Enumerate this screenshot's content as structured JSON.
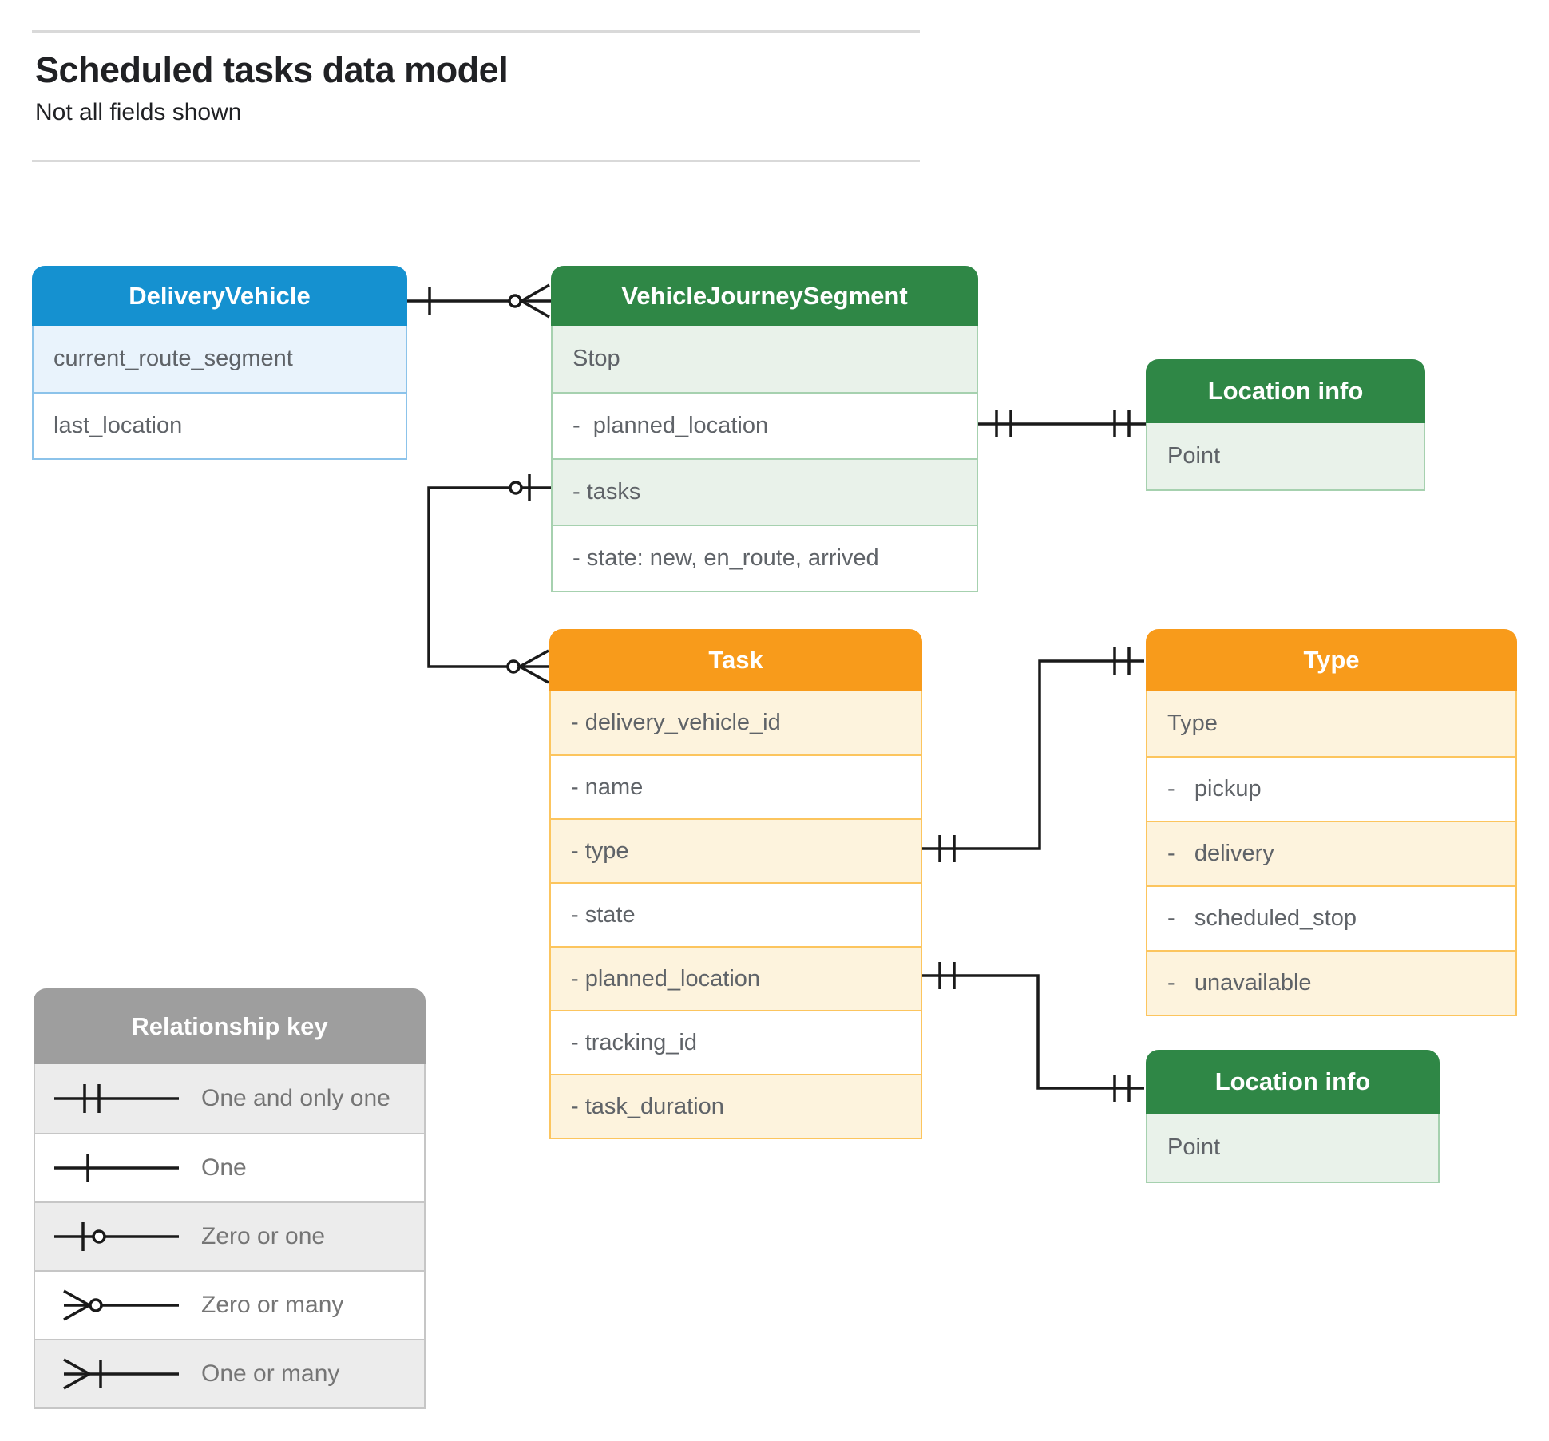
{
  "page": {
    "title": "Scheduled tasks data model",
    "subtitle": "Not all fields shown"
  },
  "colors": {
    "blue_header": "#1591d0",
    "green_header": "#2f8746",
    "orange_header": "#f89b1b",
    "gray_header": "#9e9e9e",
    "row_text": "#5f6368",
    "connector_line": "#1a1a1a"
  },
  "entities": {
    "delivery_vehicle": {
      "title": "DeliveryVehicle",
      "rows": [
        "current_route_segment",
        "last_location"
      ]
    },
    "vehicle_journey_segment": {
      "title": "VehicleJourneySegment",
      "rows": [
        "Stop",
        "-  planned_location",
        "- tasks",
        "- state: new, en_route, arrived"
      ]
    },
    "location_info_top": {
      "title": "Location info",
      "rows": [
        "Point"
      ]
    },
    "task": {
      "title": "Task",
      "rows": [
        "- delivery_vehicle_id",
        "- name",
        "- type",
        "- state",
        "- planned_location",
        "- tracking_id",
        "- task_duration"
      ]
    },
    "type": {
      "title": "Type",
      "rows": [
        "Type",
        "-   pickup",
        "-   delivery",
        "-   scheduled_stop",
        "-   unavailable"
      ]
    },
    "location_info_bottom": {
      "title": "Location info",
      "rows": [
        "Point"
      ]
    }
  },
  "legend": {
    "title": "Relationship key",
    "items": [
      {
        "symbol": "one-and-only-one",
        "label": "One and only one"
      },
      {
        "symbol": "one",
        "label": "One"
      },
      {
        "symbol": "zero-or-one",
        "label": "Zero or one"
      },
      {
        "symbol": "zero-or-many",
        "label": "Zero or many"
      },
      {
        "symbol": "one-or-many",
        "label": "One or many"
      }
    ]
  },
  "relationships": [
    {
      "from": "DeliveryVehicle",
      "to": "VehicleJourneySegment",
      "from_cardinality": "one",
      "to_cardinality": "zero-or-many"
    },
    {
      "from": "VehicleJourneySegment.planned_location",
      "to": "Location info",
      "from_cardinality": "one-and-only-one",
      "to_cardinality": "one-and-only-one"
    },
    {
      "from": "VehicleJourneySegment.tasks",
      "to": "Task",
      "from_cardinality": "zero-or-one",
      "to_cardinality": "zero-or-many"
    },
    {
      "from": "Task.type",
      "to": "Type",
      "from_cardinality": "one-and-only-one",
      "to_cardinality": "one-and-only-one"
    },
    {
      "from": "Task.planned_location",
      "to": "Location info",
      "from_cardinality": "one-and-only-one",
      "to_cardinality": "one-and-only-one"
    }
  ]
}
